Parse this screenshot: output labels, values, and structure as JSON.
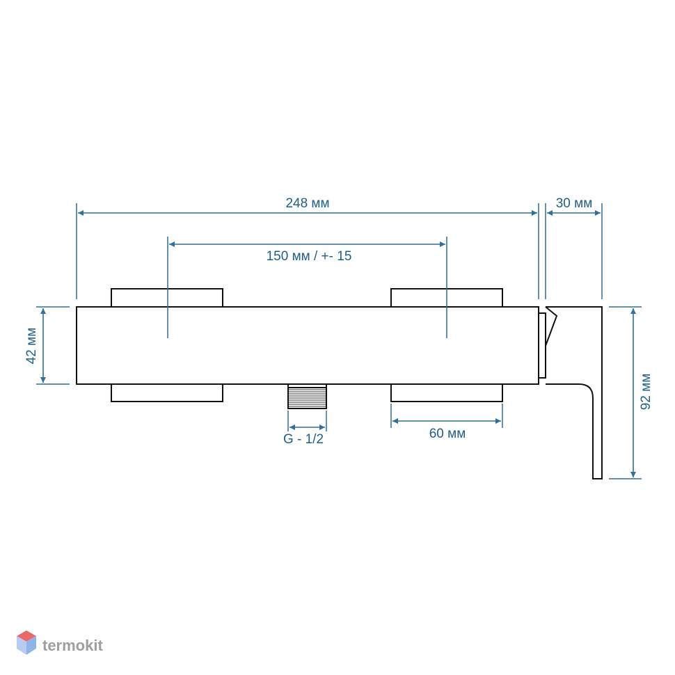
{
  "dimensions": {
    "overall_length": "248 мм",
    "handle_depth": "30 мм",
    "center_distance": "150 мм / +- 15",
    "body_height": "42 мм",
    "total_height": "92 мм",
    "outlet_thread": "G - 1/2",
    "eccentric_width": "60 мм"
  },
  "logo": {
    "text": "termokit"
  },
  "colors": {
    "dimension": "#2f6f98",
    "dimension_text": "#1f5f86",
    "outline": "#111111",
    "logo_text": "#9e9e9e",
    "logo_red": "#e86a6a",
    "logo_blue": "#8fb4e6"
  }
}
